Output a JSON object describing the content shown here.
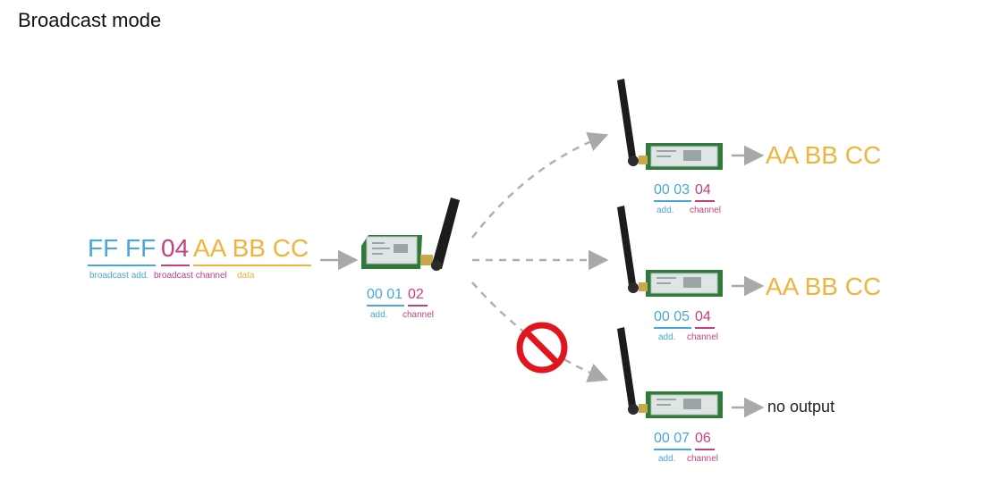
{
  "title": "Broadcast mode",
  "colors": {
    "address": "#4aa8d6",
    "channel": "#c2407e",
    "data": "#f0b43e",
    "arrow": "#a9a9a9",
    "prohibit": "#e0151f"
  },
  "input": {
    "broadcast_addr": "FF FF",
    "broadcast_channel": "04",
    "data": "AA BB CC",
    "broadcast_addr_label": "broadcast add.",
    "broadcast_channel_label": "broadcast channel",
    "data_label": "data"
  },
  "sender": {
    "addr": "00 01",
    "channel": "02",
    "addr_label": "add.",
    "channel_label": "channel"
  },
  "receivers": [
    {
      "addr": "00 03",
      "channel": "04",
      "addr_label": "add.",
      "channel_label": "channel",
      "output": "AA BB CC"
    },
    {
      "addr": "00 05",
      "channel": "04",
      "addr_label": "add.",
      "channel_label": "channel",
      "output": "AA BB CC"
    },
    {
      "addr": "00 07",
      "channel": "06",
      "addr_label": "add.",
      "channel_label": "channel",
      "output": "no output"
    }
  ],
  "icons": [
    "antenna-module",
    "prohibit-icon",
    "arrow-icon"
  ]
}
